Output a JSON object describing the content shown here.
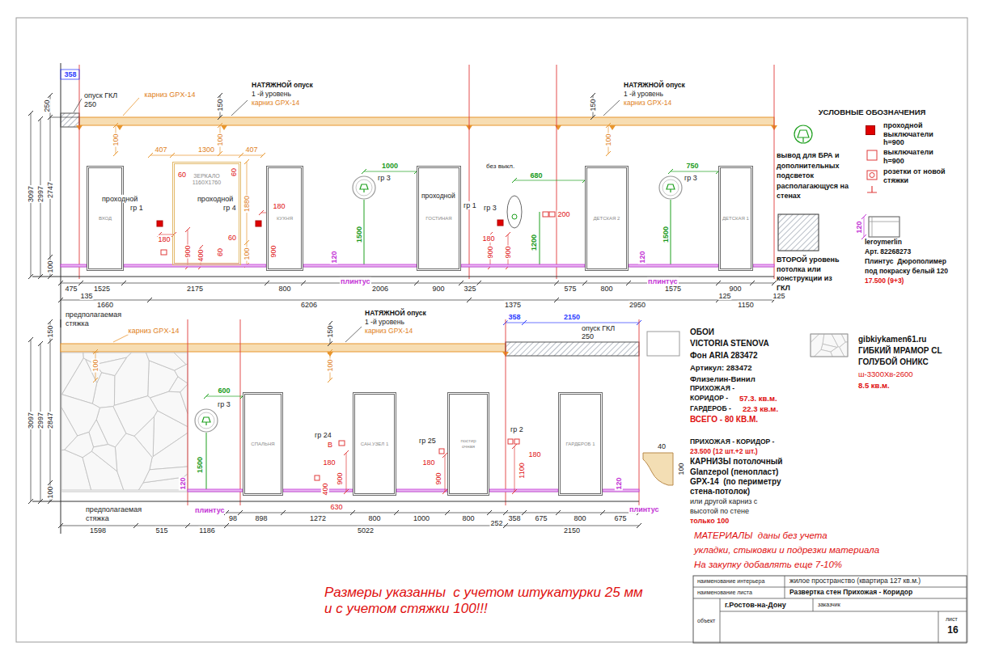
{
  "diagram": {
    "nodes": [
      {
        "text": [
          "ВХОД"
        ]
      },
      {
        "text": [
          "ЗЕРКАЛО 1160X1760"
        ]
      },
      {
        "text": [
          "КУХНЯ"
        ]
      },
      {
        "text": [
          "ГОСТИНАЯ"
        ]
      },
      {
        "text": [
          "ДЕТСКАЯ 2"
        ]
      },
      {
        "text": [
          "ДЕТСКАЯ 1"
        ]
      },
      {
        "text": [
          "СПАЛЬНЯ"
        ]
      },
      {
        "text": [
          "САН.УЗЕЛ 1"
        ]
      },
      {
        "text": [
          "постир очная"
        ]
      },
      {
        "text": [
          "ГАРДЕРОБ 1"
        ]
      }
    ],
    "labels": [
      "358",
      "опуск ГКЛ",
      "250",
      "карниз GPX-14",
      "НАТЯЖНОЙ опуск",
      "1 -й уровень",
      "карниз GPX-14",
      "150",
      "250",
      "100",
      "100",
      "НАТЯЖНОЙ опуск",
      "1 -й уровень",
      "карниз GPX-14",
      "150",
      "100",
      "3097",
      "2997",
      "2747",
      "100",
      "407",
      "1300",
      "407",
      "60",
      "60",
      "60",
      "60",
      "1880",
      "100",
      "проходной",
      "гр 1",
      "180",
      "900",
      "400",
      "проходной",
      "гр 4",
      "180",
      "900",
      "гр 3",
      "1000",
      "1500",
      "120",
      "плинтус",
      "без выкл.",
      "680",
      "проходной",
      "гр 1",
      "гр 3",
      "200",
      "180",
      "900",
      "900",
      "1200",
      "750",
      "гр 3",
      "1500",
      "120",
      "плинтус",
      "475",
      "1525",
      "2175",
      "800",
      "2006",
      "900",
      "325",
      "575",
      "800",
      "1575",
      "900",
      "135",
      "125",
      "125",
      "1660",
      "6206",
      "1375",
      "2950",
      "1150",
      "предполагаемая",
      "стяжка",
      "УСЛОВНЫЕ ОБОЗНАЧЕНИЯ",
      "120",
      "leroymerlin",
      "Арт. 82268273",
      "Плинтус  Дюрополимер",
      "под покраску белый 120",
      "17.500 (9+3)",
      "358",
      "2150",
      "опуск ГКЛ",
      "250",
      "карниз GPX-14",
      "150",
      "НАТЯЖНОЙ опуск",
      "1 -й уровень",
      "карниз GPX-14",
      "100",
      "100",
      "150",
      "3097",
      "2997",
      "2847",
      "100",
      "гр 3",
      "600",
      "1500",
      "120",
      "плинтус",
      "гр 24",
      "В",
      "180",
      "900",
      "400",
      "630",
      "гр 25",
      "180",
      "900",
      "гр 2",
      "180",
      "1100",
      "120",
      "плинтус",
      "предполагаемая",
      "стяжка",
      "1598",
      "515",
      "1186",
      "98",
      "898",
      "1272",
      "800",
      "1000",
      "800",
      "252",
      "5022",
      "358",
      "675",
      "800",
      "675",
      "2150",
      "ОБОИ",
      "VICTORIA STENOVA",
      "Фон ARIA 283472",
      "Артикул: 283472",
      "Флизелин-Винил",
      "ПРИХОЖАЯ -",
      "КОРИДОР -",
      "57.3. кв.м.",
      "ГАРДЕРОБ -",
      "22.3 кв.м.",
      "ВСЕГО - 80 КВ.М.",
      "gibkiykamen61.ru",
      "ГИБКИЙ МРАМОР CL",
      "ГОЛУБОЙ ОНИКС",
      "ш-3300Хв-2600",
      "8.5 кв.м.",
      "ПРИХОЖАЯ - КОРИДОР -",
      "23.500 (12 шт.+2 шт.)",
      "КАРНИЗЫ потолочный",
      "Glanzepol (пенопласт)",
      "GPX-14  (по периметру",
      "стена-потолок)",
      "или другой карниз с",
      "высотой по стене",
      "только 100",
      "40",
      "100",
      "МАТЕРИАЛЫ  даны без учета",
      "укладки, стыковки и подрезки материала",
      "На закупку добавлять еще 7-10%",
      "Размеры указанны  с учетом штукатурки 25 мм",
      "и с учетом стяжки 100!!!",
      "наименование интерьера",
      "жилое пространство (квартира 127 кв.м.)",
      "наименование листа",
      "Развертка стен Прихожая - Коридор",
      "г.Ростов-на-Дону",
      "заказчик",
      "объект",
      "лист",
      "16"
    ],
    "legend": [
      {
        "text": "вывод для БРА и дополнительных подсветок располагающуся на стенах"
      },
      {
        "text": "проходной выключатели h=900",
        "color": "#e00000"
      },
      {
        "text": "выключатели h=900"
      },
      {
        "text": "розетки от новой стяжки"
      },
      {
        "text": "ВТОРОЙ уровень потолка или конструкции из ГКЛ"
      }
    ]
  }
}
